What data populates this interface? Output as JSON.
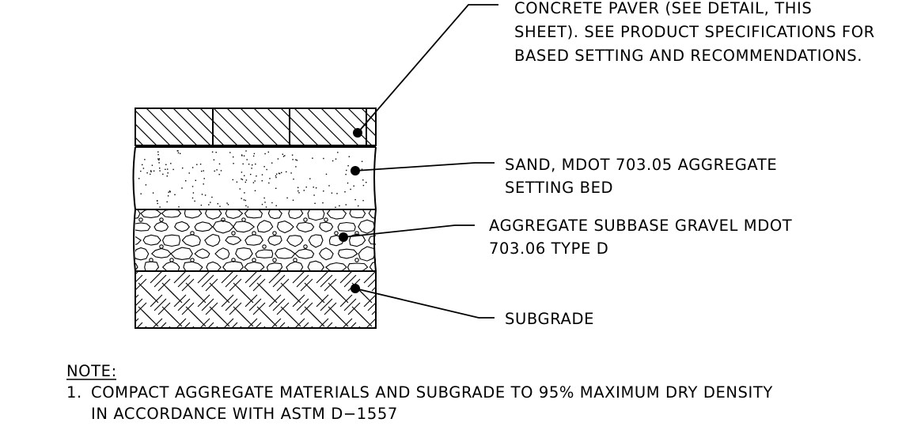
{
  "callouts": {
    "paver": {
      "lines": [
        "CONCRETE PAVER (SEE DETAIL, THIS",
        "SHEET). SEE PRODUCT SPECIFICATIONS FOR",
        "BASED SETTING AND RECOMMENDATIONS."
      ]
    },
    "sand": {
      "lines": [
        "SAND, MDOT 703.05 AGGREGATE",
        "SETTING BED"
      ]
    },
    "gravel": {
      "lines": [
        "AGGREGATE SUBBASE GRAVEL MDOT",
        "703.06 TYPE D"
      ]
    },
    "subgrade": {
      "lines": [
        "SUBGRADE"
      ]
    }
  },
  "note": {
    "heading": "NOTE:",
    "number": "1.",
    "lines": [
      "COMPACT AGGREGATE MATERIALS AND SUBGRADE TO 95% MAXIMUM DRY DENSITY",
      "IN ACCORDANCE WITH ASTM D−1557"
    ]
  }
}
